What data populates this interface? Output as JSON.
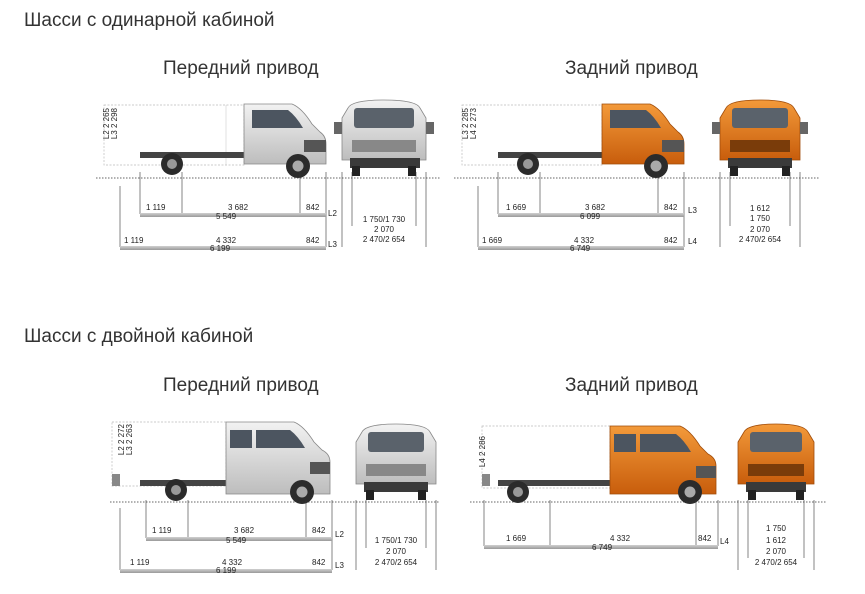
{
  "sections": [
    {
      "title": "Шасси с одинарной кабиной",
      "front": {
        "title": "Передний привод",
        "heights": [
          "L3 2 298",
          "L2 2 265"
        ],
        "row1": {
          "a": "1 119",
          "b": "3 682",
          "c": "842",
          "total": "5 549",
          "tag": "L2"
        },
        "row2": {
          "a": "1 119",
          "b": "4 332",
          "c": "842",
          "total": "6 199",
          "tag": "L3"
        },
        "widths": [
          "1 750/1 730",
          "2 070",
          "2 470/2 654"
        ]
      },
      "rear": {
        "title": "Задний привод",
        "heights": [
          "L4 2 273",
          "L3 2 285"
        ],
        "row1": {
          "a": "1 669",
          "b": "3 682",
          "c": "842",
          "total": "6 099",
          "tag": "L3"
        },
        "row2": {
          "a": "1 669",
          "b": "4 332",
          "c": "842",
          "total": "6 749",
          "tag": "L4"
        },
        "widths": [
          "1 612",
          "1 750",
          "2 070",
          "2 470/2 654"
        ]
      }
    },
    {
      "title": "Шасси с двойной кабиной",
      "front": {
        "title": "Передний привод",
        "heights": [
          "L3 2 263",
          "L2 2 272"
        ],
        "row1": {
          "a": "1 119",
          "b": "3 682",
          "c": "842",
          "total": "5 549",
          "tag": "L2"
        },
        "row2": {
          "a": "1 119",
          "b": "4 332",
          "c": "842",
          "total": "6 199",
          "tag": "L3"
        },
        "widths": [
          "1 750/1 730",
          "2 070",
          "2 470/2 654"
        ]
      },
      "rear": {
        "title": "Задний привод",
        "heights": [
          "L4 2 286"
        ],
        "row1": {
          "a": "1 669",
          "b": "4 332",
          "c": "842",
          "total": "6 749",
          "tag": "L4"
        },
        "widths": [
          "1 750",
          "1 612",
          "2 070",
          "2 470/2 654"
        ]
      }
    }
  ],
  "colors": {
    "front_cab": "#d9d9d9",
    "rear_cab": "#e2771c",
    "dim_bar": "#b5b5b5",
    "axle_line": "#333333"
  }
}
